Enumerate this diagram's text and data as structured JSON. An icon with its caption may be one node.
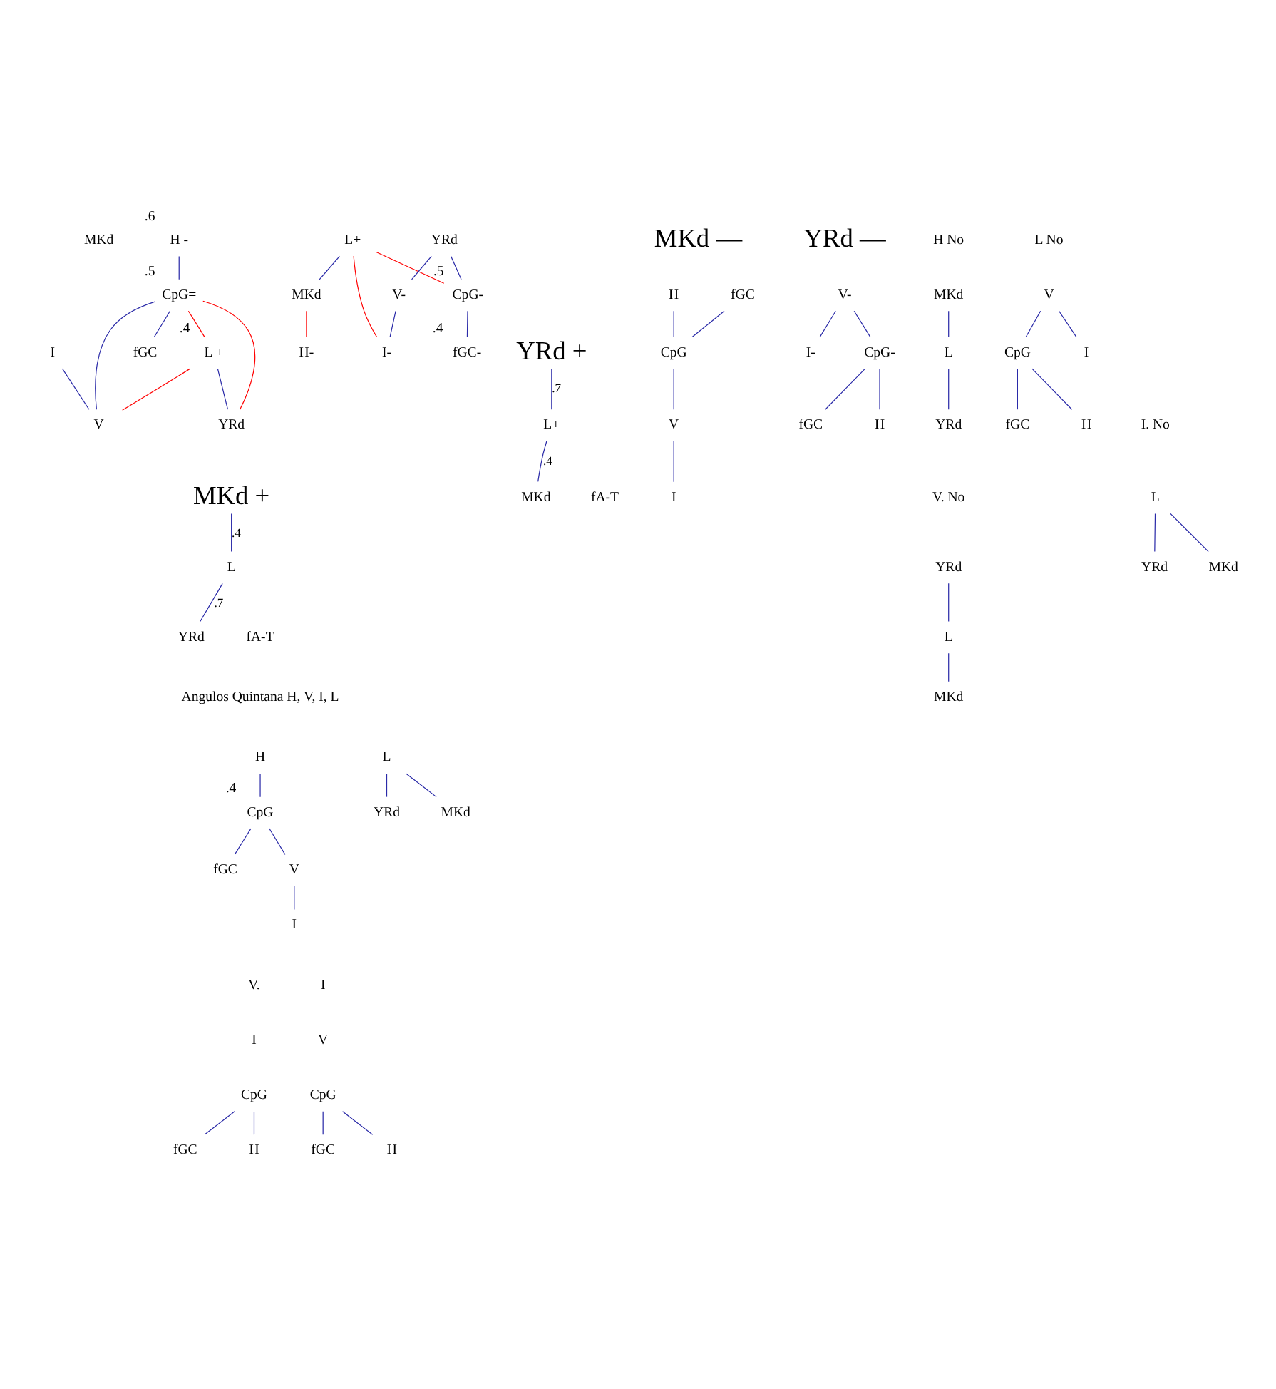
{
  "diagram": {
    "nodes": [
      {
        "text": [
          "H -"
        ],
        "beside": [
          ".6"
        ]
      },
      {
        "text": [
          "CpG="
        ],
        "beside": [
          ".5"
        ]
      },
      {
        "text": [
          "L +"
        ],
        "beside": [
          ".4"
        ]
      },
      {
        "text": [
          "fGC"
        ]
      },
      {
        "text": [
          "I"
        ]
      },
      {
        "text": [
          "V"
        ]
      },
      {
        "text": [
          "YRd"
        ]
      },
      {
        "text": [
          "L+"
        ]
      },
      {
        "text": [
          "MKd"
        ]
      },
      {
        "text": [
          "H-"
        ]
      },
      {
        "text": [
          "YRd"
        ]
      },
      {
        "text": [
          "V-"
        ]
      },
      {
        "text": [
          "I-"
        ]
      },
      {
        "text": [
          "CpG-"
        ],
        "beside": [
          ".5"
        ]
      },
      {
        "text": [
          "fGC-"
        ],
        "beside": [
          ".4"
        ]
      },
      {
        "text": [
          "MKd +"
        ]
      },
      {
        "text": [
          "L"
        ]
      },
      {
        "text": [
          "YRd"
        ]
      },
      {
        "text": [
          "H"
        ]
      },
      {
        "text": [
          "fGC"
        ]
      },
      {
        "text": [
          "CpG"
        ]
      },
      {
        "text": [
          "V"
        ]
      },
      {
        "text": [
          "I"
        ]
      },
      {
        "text": [
          "YRd +"
        ]
      },
      {
        "text": [
          "L+"
        ]
      },
      {
        "text": [
          "MKd"
        ]
      },
      {
        "text": [
          "V-"
        ]
      },
      {
        "text": [
          "I-"
        ]
      },
      {
        "text": [
          "CpG-"
        ]
      },
      {
        "text": [
          "fGC"
        ]
      },
      {
        "text": [
          "H"
        ]
      },
      {
        "text": [
          "H"
        ]
      },
      {
        "text": [
          "CpG"
        ],
        "beside": [
          ".4"
        ]
      },
      {
        "text": [
          "fGC"
        ]
      },
      {
        "text": [
          "V"
        ]
      },
      {
        "text": [
          "I"
        ]
      },
      {
        "text": [
          "MKd"
        ]
      },
      {
        "text": [
          "L"
        ]
      },
      {
        "text": [
          "YRd"
        ]
      },
      {
        "text": [
          "L"
        ]
      },
      {
        "text": [
          "YRd"
        ]
      },
      {
        "text": [
          "MKd"
        ]
      },
      {
        "text": [
          "V"
        ]
      },
      {
        "text": [
          "CpG"
        ]
      },
      {
        "text": [
          "fGC"
        ]
      },
      {
        "text": [
          "I"
        ]
      },
      {
        "text": [
          "H"
        ]
      },
      {
        "text": [
          "CpG"
        ]
      },
      {
        "text": [
          "fGC"
        ]
      },
      {
        "text": [
          "H"
        ]
      },
      {
        "text": [
          "YRd"
        ]
      },
      {
        "text": [
          "L"
        ]
      },
      {
        "text": [
          "MKd"
        ]
      },
      {
        "text": [
          "CpG"
        ]
      },
      {
        "text": [
          "fGC"
        ]
      },
      {
        "text": [
          "H"
        ]
      },
      {
        "text": [
          "L"
        ]
      },
      {
        "text": [
          "YRd"
        ]
      },
      {
        "text": [
          "MKd"
        ]
      }
    ],
    "edges": [
      {
        "from": 0,
        "to": 1,
        "arrow": "none"
      },
      {
        "from": 1,
        "to": 3,
        "arrow": "none"
      },
      {
        "from": 1,
        "to": 5,
        "arrow": "none"
      },
      {
        "from": 4,
        "to": 5,
        "arrow": "none"
      },
      {
        "from": 1,
        "to": 2,
        "arrow": "none",
        "color": "#ff0000"
      },
      {
        "from": 1,
        "to": 6,
        "arrow": "none",
        "color": "#ff0000"
      },
      {
        "from": 2,
        "to": 5,
        "arrow": "none",
        "color": "#ff0000"
      },
      {
        "from": 2,
        "to": 6,
        "arrow": "none"
      },
      {
        "from": 7,
        "to": 8,
        "arrow": "none"
      },
      {
        "from": 8,
        "to": 9,
        "arrow": "none",
        "color": "#ff0000"
      },
      {
        "from": 10,
        "to": 11,
        "arrow": "none"
      },
      {
        "from": 10,
        "to": 13,
        "arrow": "none"
      },
      {
        "from": 11,
        "to": 12,
        "arrow": "none"
      },
      {
        "from": 7,
        "to": 13,
        "arrow": "none",
        "color": "#ff0000"
      },
      {
        "from": 7,
        "to": 12,
        "arrow": "none",
        "color": "#ff0000"
      },
      {
        "from": 13,
        "to": 14,
        "arrow": "none"
      },
      {
        "from": 15,
        "to": 16,
        "arrow": "none",
        "label": ".4"
      },
      {
        "from": 16,
        "to": 17,
        "arrow": "none",
        "label": ".7"
      },
      {
        "from": 18,
        "to": 20,
        "arrow": "none"
      },
      {
        "from": 19,
        "to": 20,
        "arrow": "none"
      },
      {
        "from": 20,
        "to": 21,
        "arrow": "none"
      },
      {
        "from": 21,
        "to": 22,
        "arrow": "none"
      },
      {
        "from": 23,
        "to": 24,
        "arrow": "none",
        "label": ".7"
      },
      {
        "from": 24,
        "to": 25,
        "arrow": "none",
        "label": ".4"
      },
      {
        "from": 26,
        "to": 28,
        "arrow": "none"
      },
      {
        "from": 26,
        "to": 27,
        "arrow": "none"
      },
      {
        "from": 28,
        "to": 29,
        "arrow": "none"
      },
      {
        "from": 28,
        "to": 30,
        "arrow": "none"
      },
      {
        "from": 31,
        "to": 32,
        "arrow": "none"
      },
      {
        "from": 32,
        "to": 33,
        "arrow": "none"
      },
      {
        "from": 32,
        "to": 34,
        "arrow": "none"
      },
      {
        "from": 34,
        "to": 35,
        "arrow": "none"
      },
      {
        "from": 36,
        "to": 37,
        "arrow": "none"
      },
      {
        "from": 37,
        "to": 38,
        "arrow": "none"
      },
      {
        "from": 39,
        "to": 40,
        "arrow": "none"
      },
      {
        "from": 39,
        "to": 41,
        "arrow": "none"
      },
      {
        "from": 42,
        "to": 43,
        "arrow": "none"
      },
      {
        "from": 43,
        "to": 44,
        "arrow": "none"
      },
      {
        "from": 42,
        "to": 45,
        "arrow": "none"
      },
      {
        "from": 43,
        "to": 46,
        "arrow": "none"
      },
      {
        "from": 47,
        "to": 48,
        "arrow": "none"
      },
      {
        "from": 47,
        "to": 49,
        "arrow": "none"
      },
      {
        "from": 50,
        "to": 51,
        "arrow": "none"
      },
      {
        "from": 51,
        "to": 52,
        "arrow": "none"
      },
      {
        "from": 53,
        "to": 54,
        "arrow": "none"
      },
      {
        "from": 53,
        "to": 55,
        "arrow": "none"
      },
      {
        "from": 56,
        "to": 57,
        "arrow": "none"
      },
      {
        "from": 56,
        "to": 58,
        "arrow": "none"
      }
    ],
    "labels": [
      "MKd",
      "MKd —",
      "fA-T",
      "YRd —",
      "fA-T",
      "Angulos Quintana H, V, I, L",
      "H No",
      "L No",
      "V.",
      "I",
      "V. No",
      "I",
      "V",
      "I. No"
    ]
  }
}
